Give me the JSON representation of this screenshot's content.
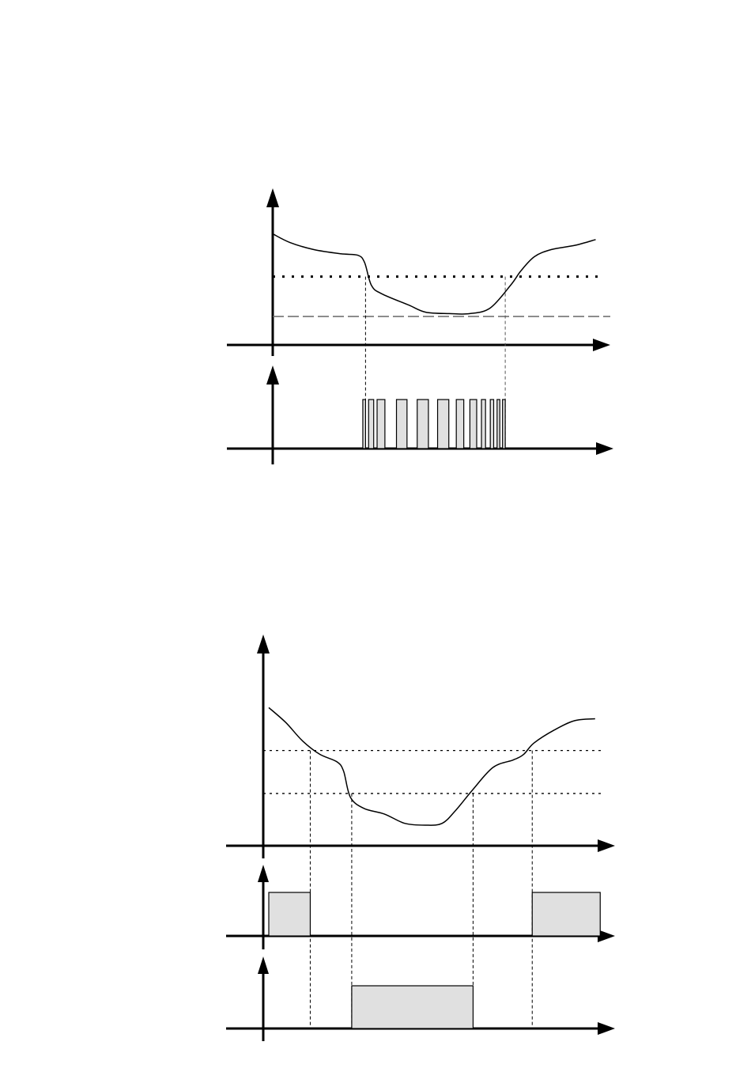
{
  "colors": {
    "background": "#ffffff",
    "line": "#000000",
    "pulse_fill": "#e0e0e0",
    "hysteresis_line": "#666666"
  },
  "diagrams": [
    {
      "name": "pwm-control-diagram",
      "curve": [
        [
          0.0,
          0.78
        ],
        [
          0.05,
          0.72
        ],
        [
          0.12,
          0.67
        ],
        [
          0.2,
          0.64
        ],
        [
          0.25,
          0.63
        ],
        [
          0.27,
          0.58
        ],
        [
          0.29,
          0.42
        ],
        [
          0.32,
          0.36
        ],
        [
          0.4,
          0.28
        ],
        [
          0.45,
          0.23
        ],
        [
          0.52,
          0.22
        ],
        [
          0.58,
          0.22
        ],
        [
          0.64,
          0.26
        ],
        [
          0.7,
          0.42
        ],
        [
          0.73,
          0.52
        ],
        [
          0.77,
          0.62
        ],
        [
          0.82,
          0.67
        ],
        [
          0.89,
          0.7
        ],
        [
          0.95,
          0.74
        ]
      ],
      "setpoint_level": 0.48,
      "lower_level": 0.2,
      "pulses": [
        [
          0.265,
          0.273
        ],
        [
          0.282,
          0.297
        ],
        [
          0.307,
          0.33
        ],
        [
          0.364,
          0.395
        ],
        [
          0.425,
          0.458
        ],
        [
          0.485,
          0.518
        ],
        [
          0.54,
          0.562
        ],
        [
          0.58,
          0.6
        ],
        [
          0.614,
          0.626
        ],
        [
          0.64,
          0.65
        ],
        [
          0.66,
          0.668
        ],
        [
          0.676,
          0.684
        ]
      ],
      "on_window": [
        0.273,
        0.684
      ]
    },
    {
      "name": "on-off-control-diagram",
      "curve": [
        [
          0.0,
          0.74
        ],
        [
          0.05,
          0.66
        ],
        [
          0.1,
          0.56
        ],
        [
          0.15,
          0.49
        ],
        [
          0.2,
          0.45
        ],
        [
          0.22,
          0.4
        ],
        [
          0.24,
          0.26
        ],
        [
          0.28,
          0.2
        ],
        [
          0.34,
          0.17
        ],
        [
          0.4,
          0.12
        ],
        [
          0.46,
          0.11
        ],
        [
          0.51,
          0.12
        ],
        [
          0.55,
          0.19
        ],
        [
          0.6,
          0.3
        ],
        [
          0.66,
          0.42
        ],
        [
          0.72,
          0.46
        ],
        [
          0.75,
          0.49
        ],
        [
          0.78,
          0.55
        ],
        [
          0.84,
          0.62
        ],
        [
          0.9,
          0.67
        ],
        [
          0.96,
          0.68
        ]
      ],
      "upper_level": 0.51,
      "lower_level": 0.28,
      "relay_1_pulses": [
        [
          0.0,
          0.122
        ],
        [
          0.775,
          0.975
        ]
      ],
      "relay_2_pulses": [
        [
          0.244,
          0.601
        ]
      ],
      "crossings": [
        0.122,
        0.244,
        0.601,
        0.775
      ]
    }
  ]
}
